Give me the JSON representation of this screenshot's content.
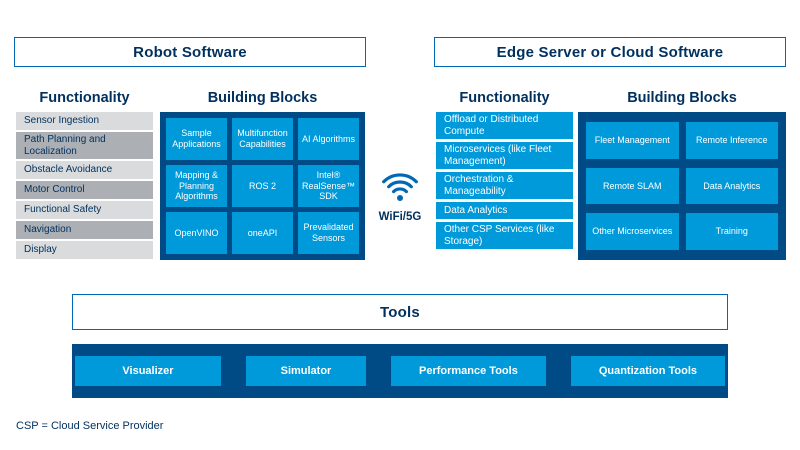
{
  "colors": {
    "navy_text": "#00305E",
    "panel_blue": "#004A86",
    "tile_blue": "#0099DA",
    "border_blue": "#0068B5",
    "gray_light": "#DADBDC",
    "gray_dark": "#ACB0B4"
  },
  "robot": {
    "title": "Robot Software",
    "functionality_heading": "Functionality",
    "building_heading": "Building Blocks",
    "functionality": [
      "Sensor Ingestion",
      "Path Planning and Localization",
      "Obstacle Avoidance",
      "Motor Control",
      "Functional Safety",
      "Navigation",
      "Display"
    ],
    "blocks": [
      "Sample Applications",
      "Multifunction Capabilities",
      "AI Algorithms",
      "Mapping & Planning Algorithms",
      "ROS 2",
      "Intel® RealSense™ SDK",
      "OpenVINO",
      "oneAPI",
      "Prevalidated Sensors"
    ]
  },
  "edge": {
    "title": "Edge Server or Cloud Software",
    "functionality_heading": "Functionality",
    "building_heading": "Building Blocks",
    "functionality": [
      "Offload or Distributed Compute",
      "Microservices (like Fleet Management)",
      "Orchestration & Manageability",
      "Data Analytics",
      "Other CSP Services (like Storage)"
    ],
    "blocks": [
      "Fleet Management",
      "Remote Inference",
      "Remote SLAM",
      "Data Analytics",
      "Other Microservices",
      "Training"
    ]
  },
  "link": {
    "label": "WiFi/5G",
    "icon": "wifi-icon"
  },
  "tools": {
    "title": "Tools",
    "items": [
      "Visualizer",
      "Simulator",
      "Performance Tools",
      "Quantization Tools"
    ]
  },
  "footnote": "CSP = Cloud Service Provider"
}
